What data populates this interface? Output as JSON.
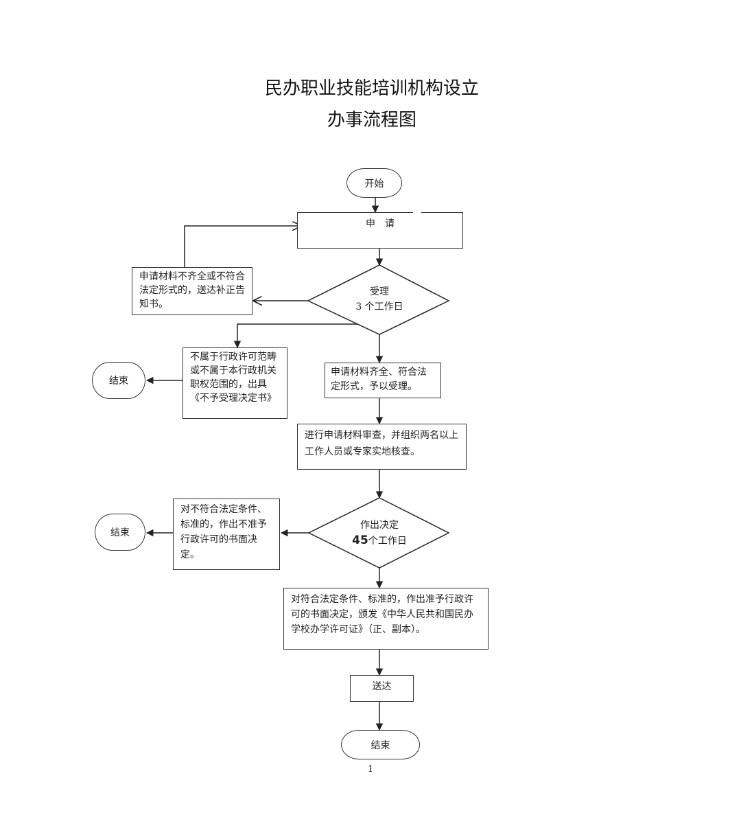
{
  "document": {
    "title_line1": "民办职业技能培训机构设立",
    "title_line2": "办事流程图",
    "page_number": "1"
  },
  "flowchart": {
    "start": "开始",
    "apply": "申　请",
    "accept_decision": {
      "label": "受理",
      "duration": "3 个工作日"
    },
    "incomplete_materials": "申请材料不齐全或不符合法定形式的，送达补正告知书。",
    "not_in_scope": "不属于行政许可范畴或不属于本行政机关职权范围的，出具《不予受理决定书》",
    "end_1": "结束",
    "accepted": "申请材料齐全、符合法定形式，予以受理。",
    "review": "进行申请材料审查，并组织两名以上工作人员或专家实地核查。",
    "make_decision": {
      "label": "作出决定",
      "duration_number": "45",
      "duration_unit": "个工作日"
    },
    "reject_decision": "对不符合法定条件、标准的，作出不准予行政许可的书面决定。",
    "end_2": "结束",
    "approve_decision": "对符合法定条件、标准的，作出准予行政许可的书面决定，颁发《中华人民共和国民办学校办学许可证》（正、副本）。",
    "deliver": "送达",
    "end_3": "结束"
  }
}
